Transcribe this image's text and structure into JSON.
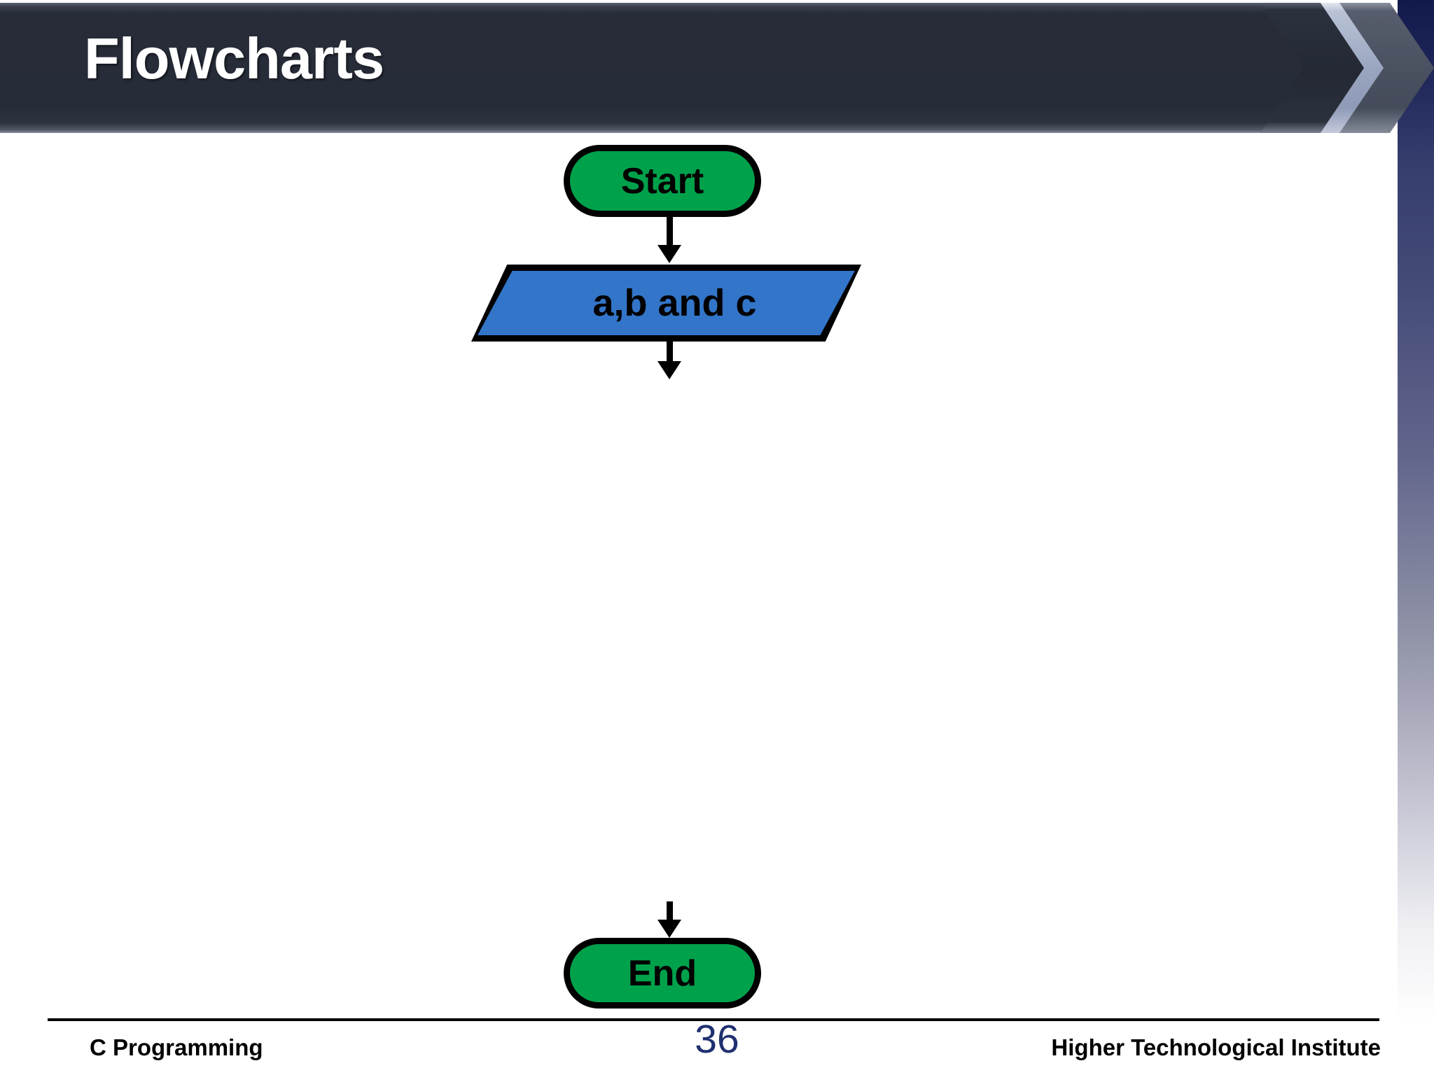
{
  "slide": {
    "title": "Flowcharts",
    "background_color": "#ffffff"
  },
  "header": {
    "title": "Flowcharts",
    "band_color": "#272c38",
    "title_color": "#ffffff",
    "chevrons": [
      "chevron-dark",
      "chevron-light",
      "chevron-mid"
    ]
  },
  "flowchart": {
    "nodes": [
      {
        "id": "start",
        "label": "Start",
        "shape": "terminator",
        "fill": "#00a14b",
        "stroke": "#000000"
      },
      {
        "id": "input",
        "label": "a,b and c",
        "shape": "parallelogram",
        "fill": "#3275c9",
        "stroke": "#000000"
      },
      {
        "id": "end",
        "label": "End",
        "shape": "terminator",
        "fill": "#00a14b",
        "stroke": "#000000"
      }
    ],
    "connectors": [
      {
        "id": "start-to-input",
        "from": "start",
        "to": "input",
        "style": "arrow-down"
      },
      {
        "id": "input-to-next",
        "from": "input",
        "to": "",
        "style": "arrow-down"
      },
      {
        "id": "prev-to-end",
        "from": "",
        "to": "end",
        "style": "arrow-down"
      }
    ]
  },
  "footer": {
    "left": "C Programming",
    "page_number": "36",
    "right": "Higher Technological Institute",
    "page_number_color": "#1f3070"
  }
}
